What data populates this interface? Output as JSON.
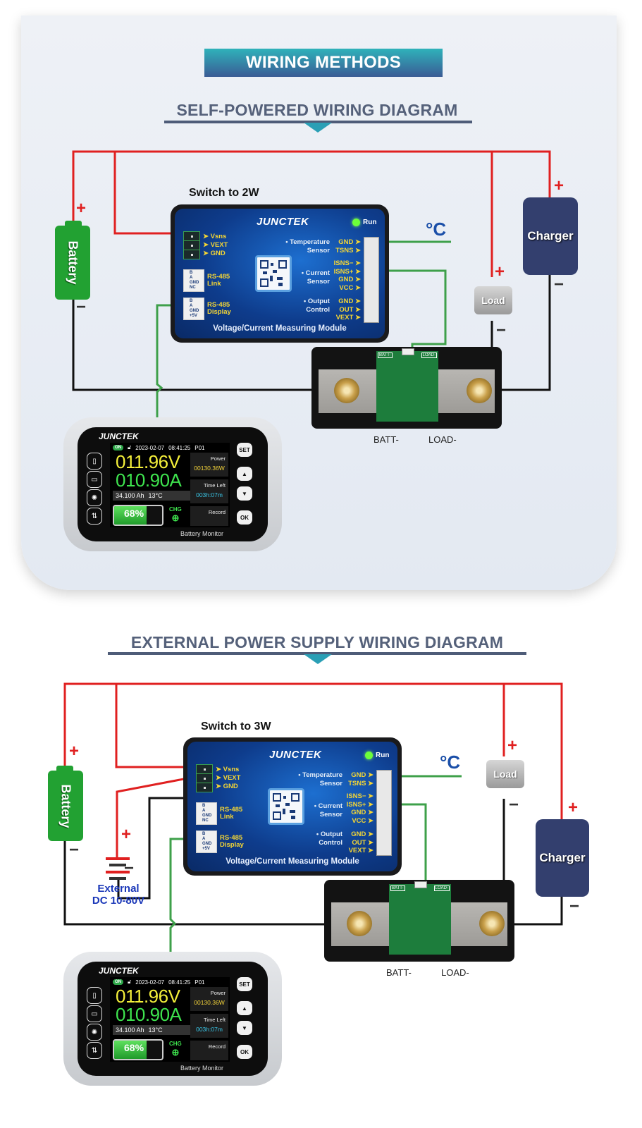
{
  "header": {
    "banner": "WIRING METHODS"
  },
  "diagrams": [
    {
      "title": "SELF-POWERED WIRING DIAGRAM",
      "switch_label": "Switch to 2W",
      "external_supply": null
    },
    {
      "title": "EXTERNAL POWER SUPPLY WIRING DIAGRAM",
      "switch_label": "Switch to 3W",
      "external_supply": {
        "line1": "External",
        "line2": "DC 10-80V"
      }
    }
  ],
  "components": {
    "battery": "Battery",
    "charger": "Charger",
    "load": "Load",
    "plus": "+",
    "minus": "−",
    "temperature_symbol": "°C"
  },
  "module": {
    "brand": "JUNCTEK",
    "run": "Run",
    "left_pins": [
      "Vsns",
      "VEXT",
      "GND"
    ],
    "rs485_link": {
      "label_line1": "RS-485",
      "label_line2": "Link",
      "pins": [
        "B",
        "A",
        "GND",
        "NC"
      ]
    },
    "rs485_display": {
      "label_line1": "RS-485",
      "label_line2": "Display",
      "pins": [
        "B",
        "A",
        "GND",
        "+5V"
      ]
    },
    "groups": [
      {
        "name_line1": "• Temperature",
        "name_line2": "Sensor",
        "pins": [
          "GND ➤",
          "TSNS ➤"
        ]
      },
      {
        "name_line1": "• Current",
        "name_line2": "Sensor",
        "pins": [
          "ISNS− ➤",
          "ISNS+ ➤",
          "GND ➤",
          "VCC ➤"
        ]
      },
      {
        "name_line1": "• Output",
        "name_line2": "Control",
        "pins": [
          "GND ➤",
          "OUT ➤",
          "VEXT ➤"
        ]
      }
    ],
    "footer": "Voltage/Current Measuring Module"
  },
  "shunt": {
    "pcb_left": "BATT-",
    "pcb_right": "LOAD-",
    "caption_left": "BATT-",
    "caption_right": "LOAD-"
  },
  "display": {
    "brand": "JUNCTEK",
    "status_on": "ON",
    "date": "2023-02-07",
    "time": "08:41:25",
    "profile": "P01",
    "voltage": "011.96V",
    "current": "010.90A",
    "capacity": "34.100 Ah",
    "temperature": "13°C",
    "battery_percent": "68%",
    "battery_level": 0.68,
    "charge_label": "CHG",
    "power_title": "Power",
    "power_value": "00130.36W",
    "time_left_title": "Time Left",
    "time_left_value": "003h:07m",
    "record_title": "Record",
    "buttons": [
      "SET",
      "▲",
      "▼",
      "OK"
    ],
    "footer": "Battery Monitor"
  },
  "colors": {
    "positive_wire": "#e02020",
    "negative_wire": "#111111",
    "signal_wire": "#3ea04a",
    "battery": "#22a132",
    "charger": "#333f6e",
    "title": "#55617a"
  }
}
